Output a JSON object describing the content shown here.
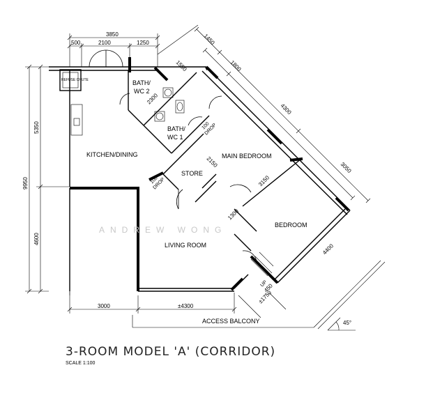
{
  "dimensions": {
    "top_total": "3850",
    "top_segments": [
      "500",
      "2100",
      "1250"
    ],
    "left_total": "9950",
    "left_segments": [
      "5350",
      "4600"
    ],
    "bottom_segments": [
      "3000",
      "±4300"
    ],
    "diag_top": [
      "1450",
      "1800",
      "1550",
      "4300",
      "3050"
    ],
    "internal": [
      "2300",
      "2150",
      "3150",
      "1300",
      "4400"
    ],
    "balcony_side": [
      "±1750",
      "450"
    ]
  },
  "rooms": {
    "refuse_chute": "REFUSE CHUTE",
    "bath_wc2": [
      "BATH/",
      "WC 2"
    ],
    "bath_wc1": [
      "BATH/",
      "WC 1"
    ],
    "kitchen": "KITCHEN/DINING",
    "main_bedroom": "MAIN BEDROOM",
    "store": "STORE",
    "living_room": "LIVING ROOM",
    "bedroom": "BEDROOM",
    "access_balcony": "ACCESS BALCONY"
  },
  "notes": {
    "drop1": [
      "100",
      "DROP"
    ],
    "drop2": [
      "100",
      "DROP"
    ],
    "up": "UP",
    "angle": "45°"
  },
  "watermark": "ANDREW WONG",
  "title": "3-ROOM MODEL 'A' (CORRIDOR)",
  "scale": "SCALE 1:100"
}
